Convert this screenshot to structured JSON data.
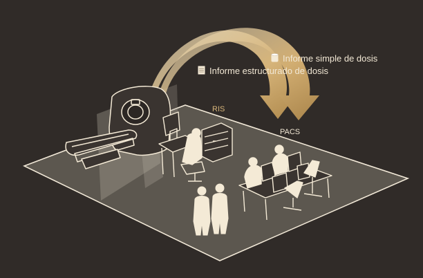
{
  "legend": {
    "simple_report": "Informe simple de dosis",
    "structured_report": "Informe estructurado de dosis"
  },
  "labels": {
    "ris": "RIS",
    "pacs": "PACS"
  },
  "colors": {
    "background": "#302b28",
    "floor": "#8a8378",
    "arrow_gold": "#c9a66b",
    "outline_light": "#f4ead6"
  },
  "icons": {
    "simple_report": "cylinder-document-icon",
    "structured_report": "structured-document-icon"
  }
}
